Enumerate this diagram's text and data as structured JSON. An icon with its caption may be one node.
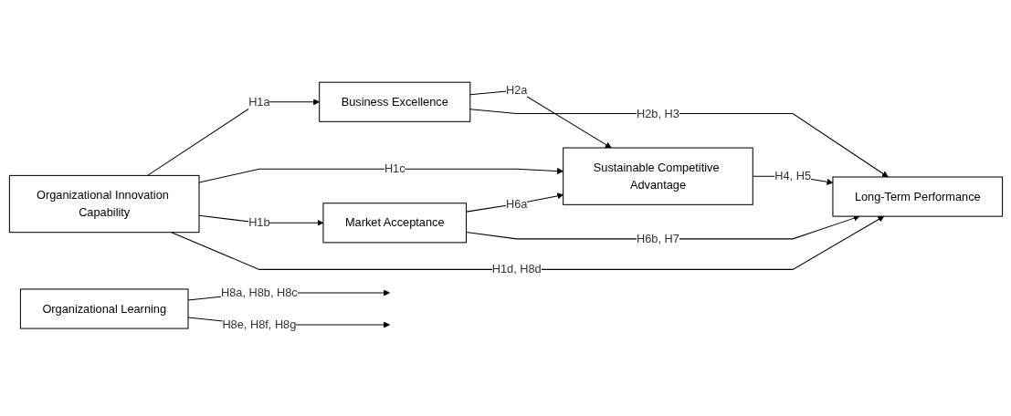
{
  "diagram": {
    "nodes": [
      {
        "text": [
          "Organizational Innovation Capability"
        ]
      },
      {
        "text": [
          "Business Excellence"
        ]
      },
      {
        "text": [
          "Sustainable Competitive Advantage"
        ]
      },
      {
        "text": [
          "Market Acceptance"
        ]
      },
      {
        "text": [
          "Long-Term Performance"
        ]
      },
      {
        "text": [
          "Organizational Learning"
        ]
      }
    ],
    "edges": [
      {
        "from": 0,
        "to": 1,
        "arrow": "to",
        "label": "H1a"
      },
      {
        "from": 0,
        "to": 2,
        "arrow": "to",
        "label": "H1c"
      },
      {
        "from": 0,
        "to": 3,
        "arrow": "to",
        "label": "H1b"
      },
      {
        "from": 1,
        "to": 2,
        "arrow": "to",
        "label": "H2a"
      },
      {
        "from": 3,
        "to": 2,
        "arrow": "to",
        "label": "H6a"
      },
      {
        "from": 1,
        "to": 4,
        "arrow": "to",
        "label": "H2b, H3"
      },
      {
        "from": 2,
        "to": 4,
        "arrow": "to",
        "label": "H4, H5"
      },
      {
        "from": 3,
        "to": 4,
        "arrow": "to",
        "label": "H6b, H7"
      },
      {
        "from": 0,
        "to": 4,
        "arrow": "to",
        "label": "H1d, H8d"
      },
      {
        "from": 5,
        "to": null,
        "arrow": "to",
        "label": "H8a, H8b, H8c"
      },
      {
        "from": 5,
        "to": null,
        "arrow": "to",
        "label": "H8e, H8f, H8g"
      }
    ]
  }
}
